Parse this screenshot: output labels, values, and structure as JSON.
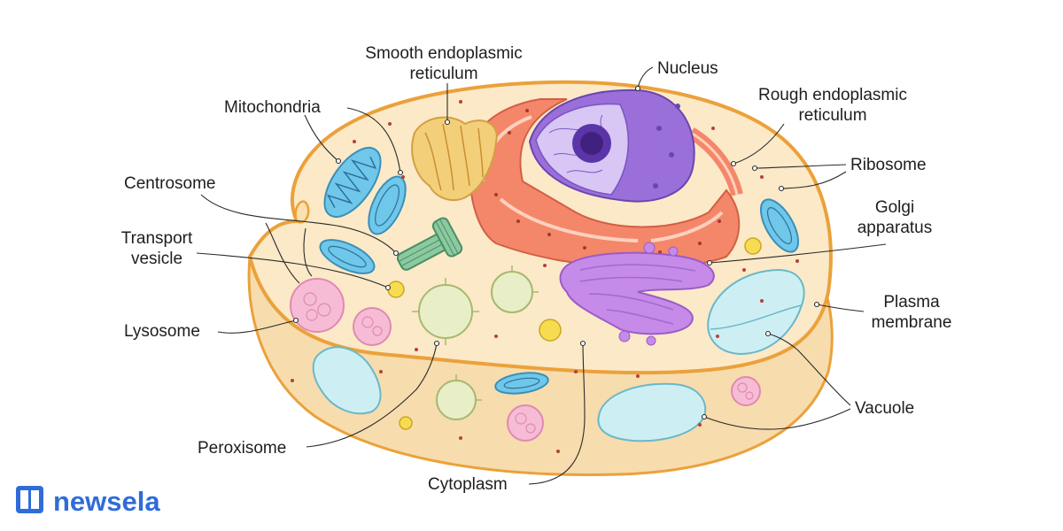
{
  "labels": {
    "smooth_er_line1": "Smooth endoplasmic",
    "smooth_er_line2": "reticulum",
    "nucleus": "Nucleus",
    "rough_er_line1": "Rough endoplasmic",
    "rough_er_line2": "reticulum",
    "mitochondria": "Mitochondria",
    "ribosome": "Ribosome",
    "centrosome": "Centrosome",
    "golgi_line1": "Golgi",
    "golgi_line2": "apparatus",
    "transport_line1": "Transport",
    "transport_line2": "vesicle",
    "plasma_line1": "Plasma",
    "plasma_line2": "membrane",
    "lysosome": "Lysosome",
    "vacuole": "Vacuole",
    "peroxisome": "Peroxisome",
    "cytoplasm": "Cytoplasm"
  },
  "brand": {
    "name": "newsela",
    "color": "#2f6cd8",
    "icon": "newsela-logo-icon"
  },
  "colors": {
    "cytoplasm": "#fbe9c8",
    "membrane": "#f0a93a",
    "nucleus": "#a87ee6",
    "rough_er": "#f4876a",
    "smooth_er": "#f3cf7a",
    "golgi": "#c68ae8",
    "mitochondria": "#6fc7ea",
    "centrosome": "#8cc9a0",
    "lysosome": "#f6bcd6",
    "peroxisome": "#e8efc8",
    "vacuole": "#cdeff4",
    "vesicle": "#f7dc52",
    "ribosome_dot": "#b5423a"
  }
}
